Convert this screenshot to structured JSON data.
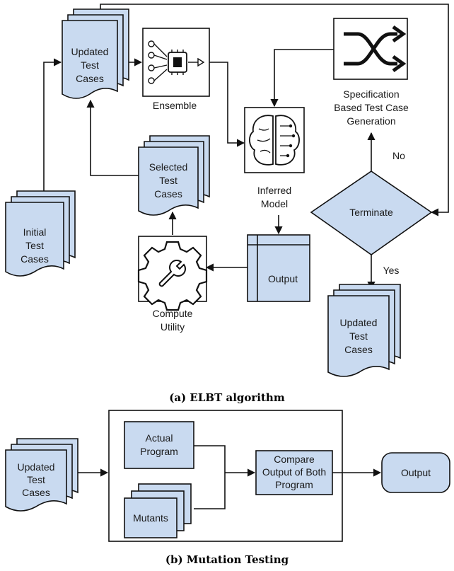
{
  "figure_a": {
    "caption": "(a) ELBT algorithm",
    "updated_test_cases_top": [
      "Updated",
      "Test",
      "Cases"
    ],
    "ensemble": "Ensemble",
    "spec_generation": [
      "Specification",
      "Based Test Case",
      "Generation"
    ],
    "no": "No",
    "selected_test_cases": [
      "Selected",
      "Test",
      "Cases"
    ],
    "inferred_model": [
      "Inferred",
      "Model"
    ],
    "initial_test_cases": [
      "Initial",
      "Test",
      "Cases"
    ],
    "terminate": "Terminate",
    "output": "Output",
    "yes": "Yes",
    "compute_utility": [
      "Compute",
      "Utility"
    ],
    "updated_test_cases_bottom": [
      "Updated",
      "Test",
      "Cases"
    ]
  },
  "figure_b": {
    "caption": "(b) Mutation Testing",
    "updated_test_cases": [
      "Updated",
      "Test",
      "Cases"
    ],
    "actual_program": [
      "Actual",
      "Program"
    ],
    "compare": [
      "Compare",
      "Output of Both",
      "Program"
    ],
    "output": "Output",
    "mutants": "Mutants"
  }
}
